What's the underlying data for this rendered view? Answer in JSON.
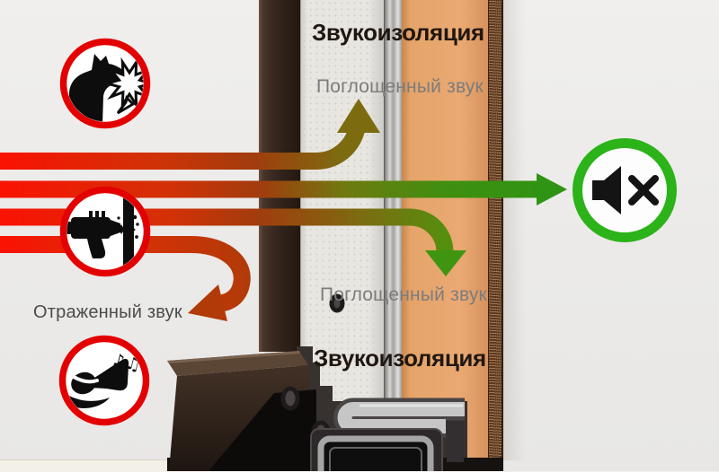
{
  "diagram": {
    "title_top": "Звукоизоляция",
    "title_bottom": "Звукоизоляция",
    "label_absorbed_top": "Поглощенный звук",
    "label_absorbed_bottom": "Поглощенный звук",
    "label_reflected": "Отраженный звук",
    "music_notes": "♪♫"
  },
  "icons": {
    "names": [
      "barking-dog-icon",
      "drill-icon",
      "loud-music-icon",
      "muted-speaker-icon"
    ]
  },
  "colors": {
    "noise_red": "#f90f00",
    "reflected_rust": "#b23a09",
    "absorbed_olive": "#7d6b10",
    "transmitted_green": "#2f9413",
    "mute_ring_green": "#2bb319",
    "icon_ring_red": "#e30000",
    "title_text": "#201710",
    "label_gray": "#7c7c7c",
    "label_dark_gray": "#4b4b4b",
    "wall_orange": "#e8a76f",
    "background": "#edecea"
  }
}
